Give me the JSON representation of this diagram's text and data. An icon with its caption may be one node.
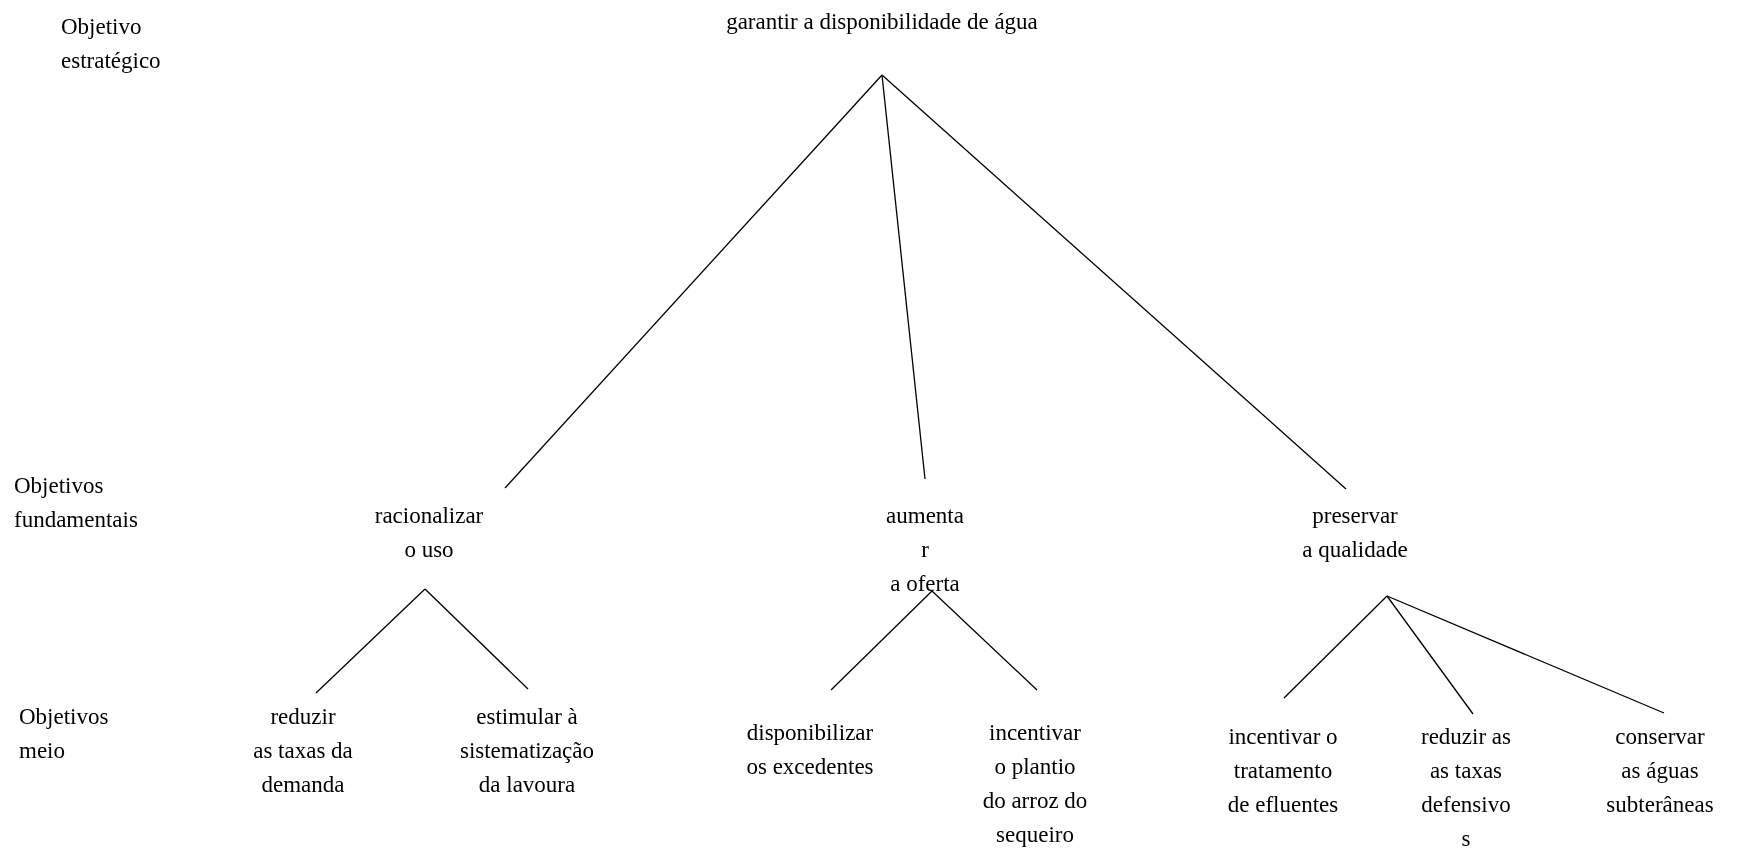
{
  "diagram": {
    "nodes": [
      {
        "text": [
          "garantir a disponibilidade de água"
        ]
      },
      {
        "text": [
          "racionalizar o uso"
        ]
      },
      {
        "text": [
          "aumenta r a oferta"
        ]
      },
      {
        "text": [
          "preservar a qualidade"
        ]
      },
      {
        "text": [
          "reduzir as taxas da demanda"
        ]
      },
      {
        "text": [
          "estimular à sistematização da lavoura"
        ]
      },
      {
        "text": [
          "disponibilizar os excedentes"
        ]
      },
      {
        "text": [
          "incentivar o plantio do arroz do sequeiro"
        ]
      },
      {
        "text": [
          "incentivar o tratamento de efluentes"
        ]
      },
      {
        "text": [
          "reduzir as as taxas defensivo s"
        ]
      },
      {
        "text": [
          "conservar as águas subterâneas"
        ]
      }
    ],
    "edges": [
      {
        "from": 0,
        "to": 1,
        "arrow": "none"
      },
      {
        "from": 0,
        "to": 2,
        "arrow": "none"
      },
      {
        "from": 0,
        "to": 3,
        "arrow": "none"
      },
      {
        "from": 1,
        "to": 4,
        "arrow": "none"
      },
      {
        "from": 1,
        "to": 5,
        "arrow": "none"
      },
      {
        "from": 2,
        "to": 6,
        "arrow": "none"
      },
      {
        "from": 2,
        "to": 7,
        "arrow": "none"
      },
      {
        "from": 3,
        "to": 8,
        "arrow": "none"
      },
      {
        "from": 3,
        "to": 9,
        "arrow": "none"
      },
      {
        "from": 3,
        "to": 10,
        "arrow": "none"
      }
    ],
    "labels": [
      "Objetivo estratégico",
      "Objetivos fundamentais",
      "Objetivos meio"
    ]
  }
}
